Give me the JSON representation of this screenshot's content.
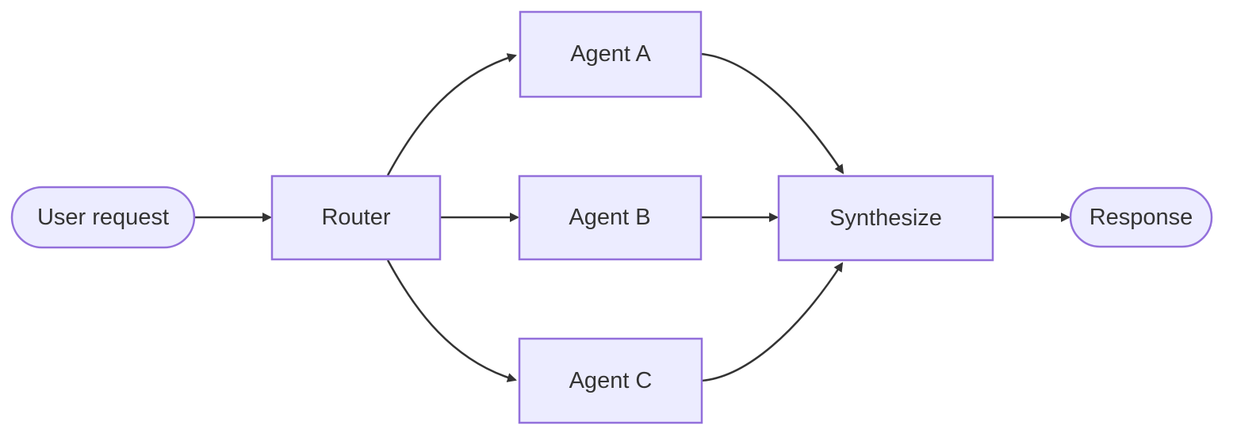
{
  "diagram": {
    "type": "flowchart",
    "direction": "left-to-right",
    "nodes": [
      {
        "id": "user_request",
        "label": "User request",
        "shape": "stadium"
      },
      {
        "id": "router",
        "label": "Router",
        "shape": "rectangle"
      },
      {
        "id": "agent_a",
        "label": "Agent A",
        "shape": "rectangle"
      },
      {
        "id": "agent_b",
        "label": "Agent B",
        "shape": "rectangle"
      },
      {
        "id": "agent_c",
        "label": "Agent C",
        "shape": "rectangle"
      },
      {
        "id": "synthesize",
        "label": "Synthesize",
        "shape": "rectangle"
      },
      {
        "id": "response",
        "label": "Response",
        "shape": "stadium"
      }
    ],
    "edges": [
      {
        "from": "user_request",
        "to": "router"
      },
      {
        "from": "router",
        "to": "agent_a"
      },
      {
        "from": "router",
        "to": "agent_b"
      },
      {
        "from": "router",
        "to": "agent_c"
      },
      {
        "from": "agent_a",
        "to": "synthesize"
      },
      {
        "from": "agent_b",
        "to": "synthesize"
      },
      {
        "from": "agent_c",
        "to": "synthesize"
      },
      {
        "from": "synthesize",
        "to": "response"
      }
    ],
    "colors": {
      "node_fill": "#ECECFF",
      "node_border": "#9370DB",
      "edge_stroke": "#333333",
      "text": "#333333",
      "background": "#ffffff"
    },
    "stroke_widths": {
      "node_border": "2.5",
      "edge": "2.5"
    }
  }
}
